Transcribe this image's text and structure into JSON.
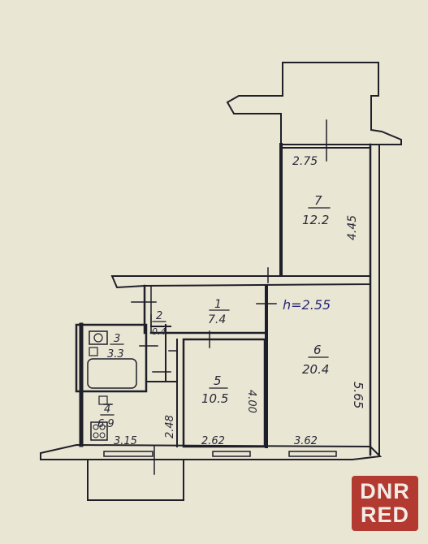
{
  "rooms": [
    {
      "id": "1",
      "area": "7.4"
    },
    {
      "id": "2",
      "area": "0.4"
    },
    {
      "id": "3",
      "area": "3.3"
    },
    {
      "id": "4",
      "area": "6.9"
    },
    {
      "id": "5",
      "area": "10.5"
    },
    {
      "id": "6",
      "area": "20.4"
    },
    {
      "id": "7",
      "area": "12.2"
    }
  ],
  "dimensions": {
    "room7_width": "2.75",
    "room7_length": "4.45",
    "ceiling_height": "h=2.55",
    "room6_length": "5.65",
    "room5_length": "4.00",
    "room4_length": "2.48",
    "room4_width": "3.15",
    "room5_width": "2.62",
    "room6_width": "3.62"
  },
  "watermark": {
    "line1": "DNR",
    "line2": "RED"
  }
}
